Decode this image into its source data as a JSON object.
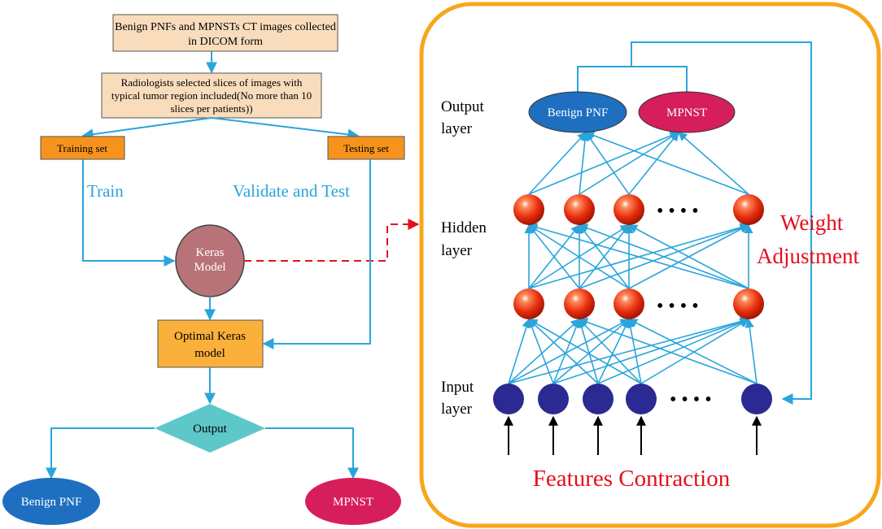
{
  "flowchart": {
    "collect_box": [
      "Benign PNFs and MPNSTs CT images collected",
      "in DICOM form"
    ],
    "select_box": [
      "Radiologists selected slices of images with",
      "typical tumor region included(No more than 10",
      "slices per patients))"
    ],
    "training_set": "Training set",
    "testing_set": "Testing set",
    "train_label": "Train",
    "validate_label": "Validate and Test",
    "keras_model": [
      "Keras",
      "Model"
    ],
    "optimal_model": [
      "Optimal Keras",
      "model"
    ],
    "output_diamond": "Output",
    "benign": "Benign PNF",
    "mpnst": "MPNST"
  },
  "network": {
    "output_layer": [
      "Output",
      "layer"
    ],
    "hidden_layer": [
      "Hidden",
      "layer"
    ],
    "input_layer": [
      "Input",
      "layer"
    ],
    "benign_node": "Benign PNF",
    "mpnst_node": "MPNST",
    "weight_adjustment": [
      "Weight",
      "Adjustment"
    ],
    "features_contraction": "Features Contraction",
    "ellipsis": "• • • •"
  },
  "colors": {
    "arrow_blue": "#2aa5dc",
    "box_fill": "#f9dcbb",
    "orange_box": "#f7931d",
    "optimal_box": "#fbb03b",
    "keras_fill": "#b87378",
    "diamond_fill": "#5ec7c9",
    "benign_fill": "#1f6fc0",
    "mpnst_fill": "#d61e5a",
    "frame": "#f8a61b",
    "red_text": "#e3101c",
    "input_node": "#2a2a92"
  }
}
